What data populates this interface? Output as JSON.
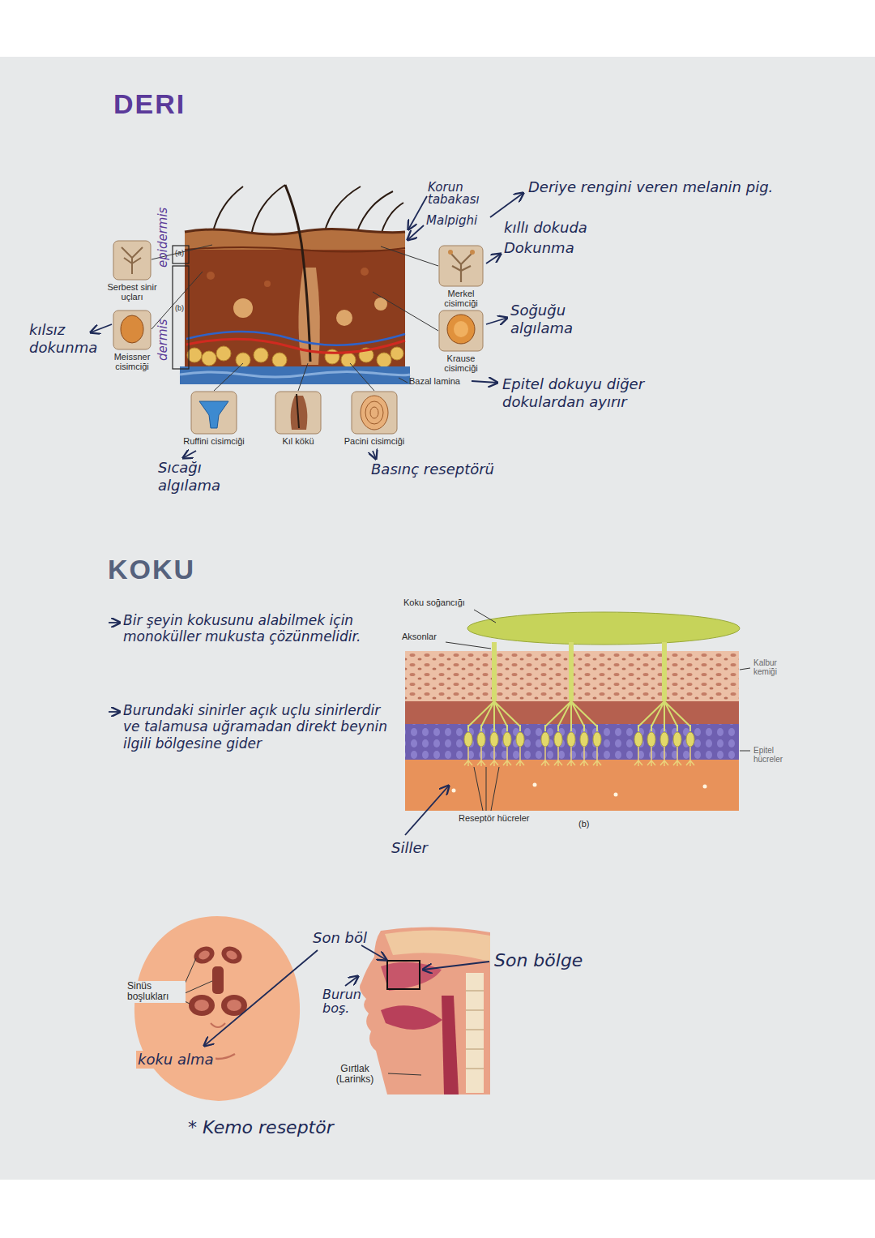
{
  "diagram": {
    "title": "DERI",
    "nodes": [
      {
        "text": [
          "Serbest sinir uçları"
        ]
      },
      {
        "text": [
          "Meissner cisimciği"
        ]
      },
      {
        "text": [
          "Merkel cisimciği"
        ]
      },
      {
        "text": [
          "Krause cisimciği"
        ]
      },
      {
        "text": [
          "Ruffini cisimciği"
        ]
      },
      {
        "text": [
          "Kıl kökü"
        ]
      },
      {
        "text": [
          "Pacini cisimciği"
        ]
      }
    ],
    "labels": [
      "epidermis",
      "(a)",
      "(b)",
      "dermis",
      "kılsız dokunma",
      "Korun tabakası",
      "Malpighi",
      "Deriye rengini veren melanin pig.",
      "kıllı dokuda",
      "Dokunma",
      "Soğuğu algılama",
      "Bazal lamina",
      "Epitel dokuyu diğer dokulardan ayırır",
      "Sıcağı algılama",
      "Basınç reseptörü",
      "KOKU",
      "Bir şeyin kokusunu alabilmek için monoküller mukusta çözünmelidir.",
      "Burundaki sinirler açık uçlu sinirlerdir ve talamusa uğramadan direkt beynin ilgili bölgesine gider",
      "Koku soğancığı",
      "Aksonlar",
      "Kalbur kemiği",
      "Epitel hücreler",
      "Reseptör hücreler",
      "(b)",
      "Siller",
      "Sinüs boşlukları",
      "Son böl",
      "Burun boş.",
      "Son bölge",
      "koku alma",
      "Gırtlak (Larinks)",
      "* Kemo reseptör"
    ]
  }
}
